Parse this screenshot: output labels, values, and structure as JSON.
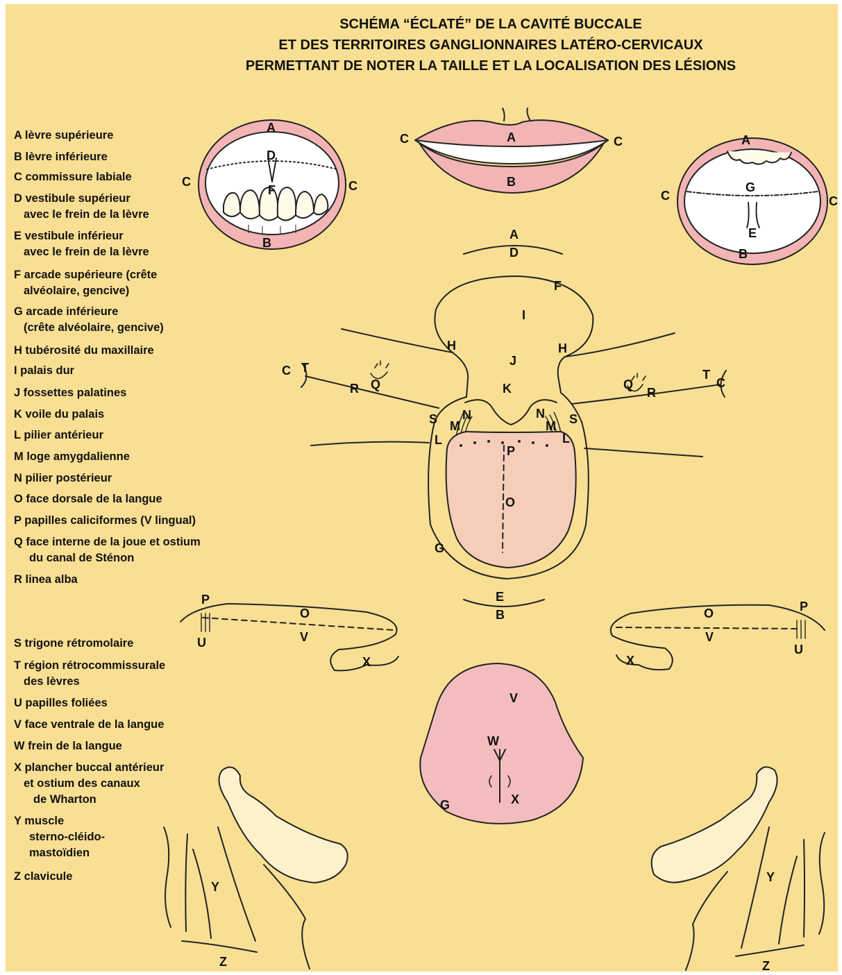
{
  "title": [
    "SCHÉMA “ÉCLATÉ” DE LA CAVITÉ BUCCALE",
    "ET DES TERRITOIRES GANGLIONNAIRES LATÉRO-CERVICAUX",
    "PERMETTANT DE NOTER LA TAILLE ET LA LOCALISATION DES LÉSIONS"
  ],
  "legend": [
    {
      "lines": [
        "A lèvre supérieure"
      ]
    },
    {
      "lines": [
        "B lèvre inférieure"
      ]
    },
    {
      "lines": [
        "C commissure labiale"
      ]
    },
    {
      "lines": [
        "D vestibule supérieur",
        "avec le frein de la lèvre"
      ]
    },
    {
      "lines": [
        "E vestibule inférieur",
        "avec le frein de la lèvre"
      ]
    },
    {
      "lines": [
        "F arcade supérieure (crête",
        "alvéolaire, gencive)"
      ]
    },
    {
      "lines": [
        "G arcade  inférieure",
        "(crête alvéolaire, gencive)"
      ]
    },
    {
      "lines": [
        "H tubérosité du maxillaire"
      ]
    },
    {
      "lines": [
        " I palais dur"
      ]
    },
    {
      "lines": [
        "J fossettes palatines"
      ]
    },
    {
      "lines": [
        "K voile du palais"
      ]
    },
    {
      "lines": [
        "L pilier antérieur"
      ]
    },
    {
      "lines": [
        "M loge amygdalienne"
      ]
    },
    {
      "lines": [
        "N pilier postérieur"
      ]
    },
    {
      "lines": [
        "O face dorsale de la langue"
      ]
    },
    {
      "lines": [
        "P papilles caliciformes (V lingual)"
      ]
    },
    {
      "lines": [
        "Q face interne de la joue et ostium",
        "du canal de Sténon"
      ]
    },
    {
      "lines": [
        "R linea alba"
      ]
    },
    {
      "lines": [
        "S trigone rétromolaire"
      ]
    },
    {
      "lines": [
        "T région rétrocommissurale",
        "des lèvres"
      ]
    },
    {
      "lines": [
        "U papilles foliées"
      ]
    },
    {
      "lines": [
        "V face ventrale de la langue"
      ]
    },
    {
      "lines": [
        "W frein de la langue"
      ]
    },
    {
      "lines": [
        "X plancher buccal antérieur",
        "et ostium des canaux",
        "de Wharton"
      ]
    },
    {
      "lines": [
        "Y muscle",
        "sterno-cléido-",
        "mastoïdien"
      ]
    },
    {
      "lines": [
        "Z clavicule"
      ]
    }
  ],
  "labels": {
    "A": "A",
    "B": "B",
    "C": "C",
    "D": "D",
    "E": "E",
    "F": "F",
    "G": "G",
    "H": "H",
    "I": "I",
    "J": "J",
    "K": "K",
    "L": "L",
    "M": "M",
    "N": "N",
    "O": "O",
    "P": "P",
    "Q": "Q",
    "R": "R",
    "S": "S",
    "T": "T",
    "U": "U",
    "V": "V",
    "W": "W",
    "X": "X",
    "Y": "Y",
    "Z": "Z"
  },
  "colors": {
    "background": "#f9df93",
    "lip": "#f2b4b4",
    "tongue": "#f6cdb9",
    "ventral": "#f4bdbd",
    "bone": "#fdf1cc",
    "teeth": "#fffbe9",
    "line": "#222222"
  }
}
